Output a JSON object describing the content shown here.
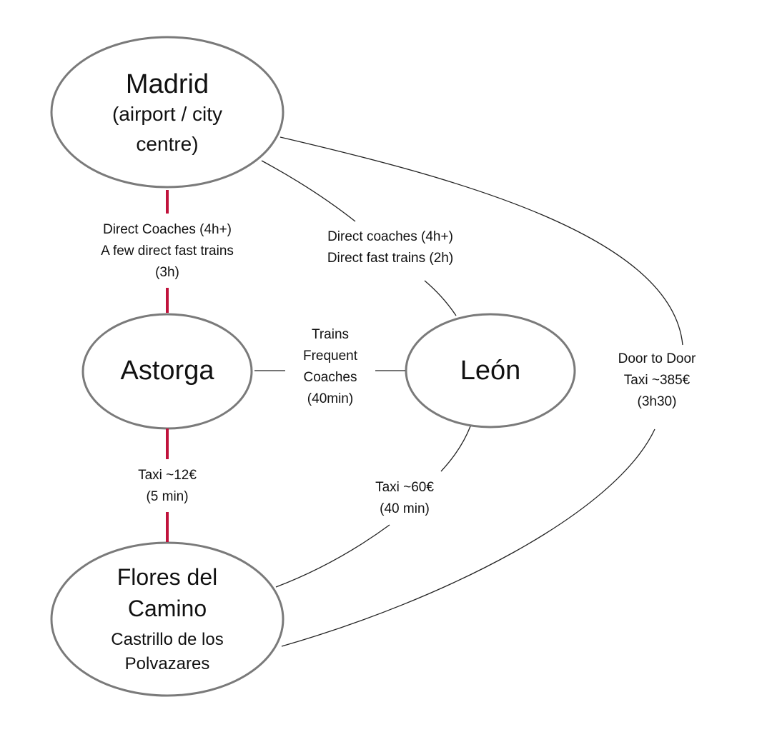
{
  "colors": {
    "ellipse_stroke": "#7a7a7a",
    "line": "#222222",
    "accent_line": "#c0123b"
  },
  "nodes": {
    "madrid": {
      "title": "Madrid",
      "subtitle_line1": "(airport / city",
      "subtitle_line2": "centre)"
    },
    "astorga": {
      "title": "Astorga"
    },
    "leon": {
      "title": "León"
    },
    "flores": {
      "title_line1": "Flores del",
      "title_line2": "Camino",
      "subtitle_line1": "Castrillo de los",
      "subtitle_line2": "Polvazares"
    }
  },
  "edges": {
    "madrid_astorga": {
      "line1": "Direct Coaches (4h+)",
      "line2": "A few direct fast trains",
      "line3": "(3h)"
    },
    "madrid_leon": {
      "line1": "Direct coaches (4h+)",
      "line2": "Direct fast trains (2h)"
    },
    "astorga_leon": {
      "line1": "Trains",
      "line2": "Frequent",
      "line3": "Coaches",
      "line4": "(40min)"
    },
    "astorga_flores": {
      "line1": "Taxi ~12€",
      "line2": "(5 min)"
    },
    "leon_flores": {
      "line1": "Taxi ~60€",
      "line2": "(40 min)"
    },
    "madrid_flores": {
      "line1": "Door to Door",
      "line2": "Taxi ~385€",
      "line3": "(3h30)"
    }
  }
}
